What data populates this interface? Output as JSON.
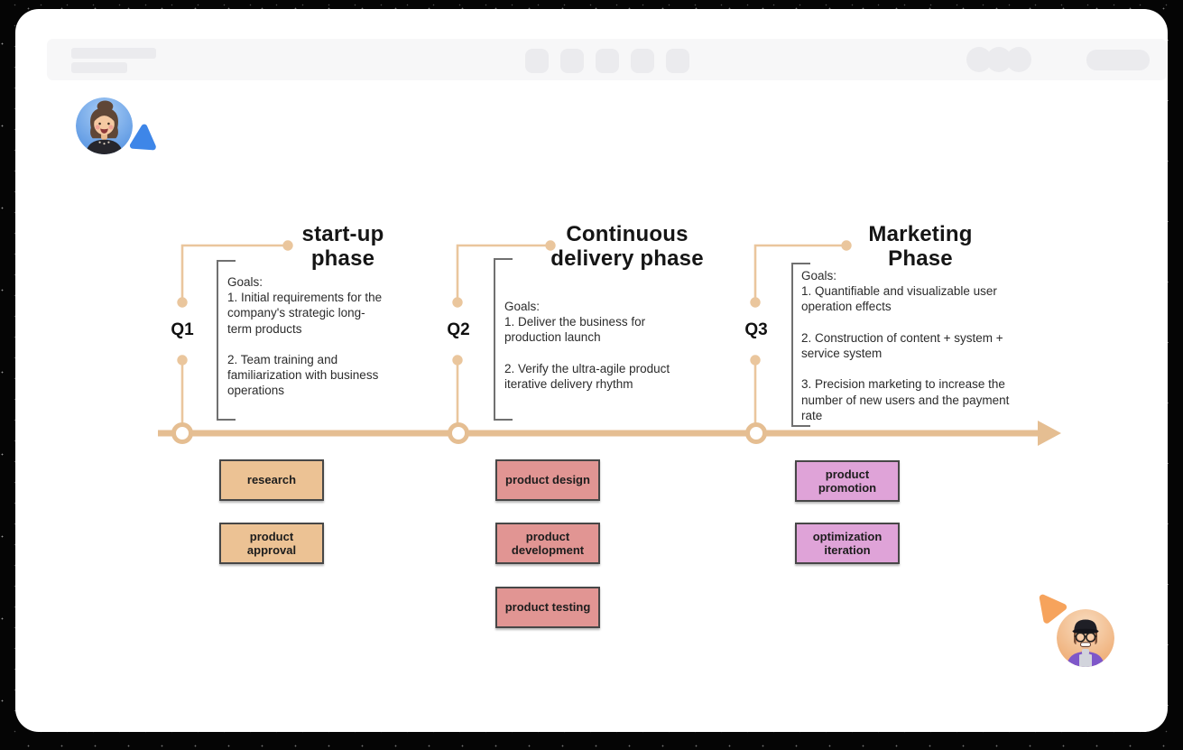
{
  "window": {
    "topbar": {
      "bg_color": "#F7F7F8",
      "skeleton_color": "#EBEBEE"
    }
  },
  "canvas": {
    "collaborators": [
      {
        "id": "collaborator-blue",
        "cursor_color": "#3E86E8",
        "avatar_bg": "#4E8FE0"
      },
      {
        "id": "collaborator-orange",
        "cursor_color": "#F6A35C",
        "avatar_bg": "#EFA263"
      }
    ],
    "timeline": {
      "axis_color": "#E5BE92",
      "connector_color": "#EAC69D",
      "bracket_color": "#707070",
      "node_fill": "#FFFFFF",
      "task_border_color": "#474747",
      "phases": [
        {
          "quarter": "Q1",
          "title": "start-up\nphase",
          "goals": "Goals:\n1. Initial requirements for the\ncompany's strategic long-\nterm products\n\n2. Team training and\nfamiliarization with business\noperations",
          "accent": "#ECC294",
          "tasks": [
            {
              "label": "research",
              "fill": "#ECC294"
            },
            {
              "label": "product\napproval",
              "fill": "#ECC294"
            }
          ]
        },
        {
          "quarter": "Q2",
          "title": "Continuous\ndelivery phase",
          "goals": "Goals:\n1. Deliver the business for\nproduction launch\n\n2. Verify the ultra-agile product\niterative delivery rhythm",
          "accent": "#E19593",
          "tasks": [
            {
              "label": "product design",
              "fill": "#E19593"
            },
            {
              "label": "product\ndevelopment",
              "fill": "#E19593"
            },
            {
              "label": "product testing",
              "fill": "#E19593"
            }
          ]
        },
        {
          "quarter": "Q3",
          "title": "Marketing\nPhase",
          "goals": "Goals:\n1. Quantifiable and visualizable user\noperation effects\n\n2. Construction of content + system +\nservice system\n\n3. Precision marketing to increase the\nnumber of new users and the payment\nrate",
          "accent": "#DFA3D8",
          "tasks": [
            {
              "label": "product\npromotion",
              "fill": "#DFA3D8"
            },
            {
              "label": "optimization\niteration",
              "fill": "#DFA3D8"
            }
          ]
        }
      ]
    }
  }
}
